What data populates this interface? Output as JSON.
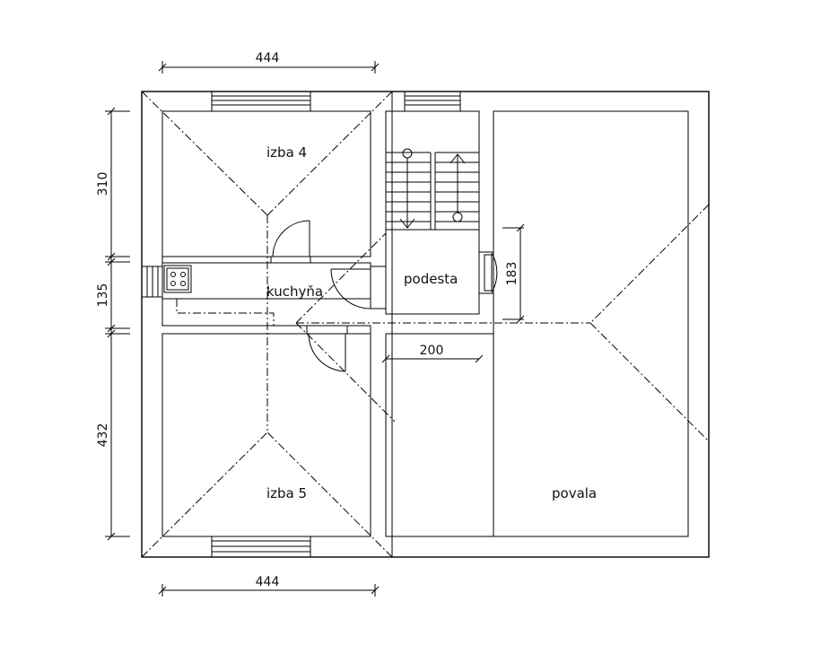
{
  "rooms": {
    "izba4": "izba 4",
    "kuchyna": "kuchyňa",
    "podesta": "podesta",
    "izba5": "izba 5",
    "povala": "povala"
  },
  "dimensions": {
    "top_width": "444",
    "bottom_width": "444",
    "left_upper": "310",
    "left_middle": "135",
    "left_lower": "432",
    "corridor_width": "200",
    "door_height": "183"
  }
}
